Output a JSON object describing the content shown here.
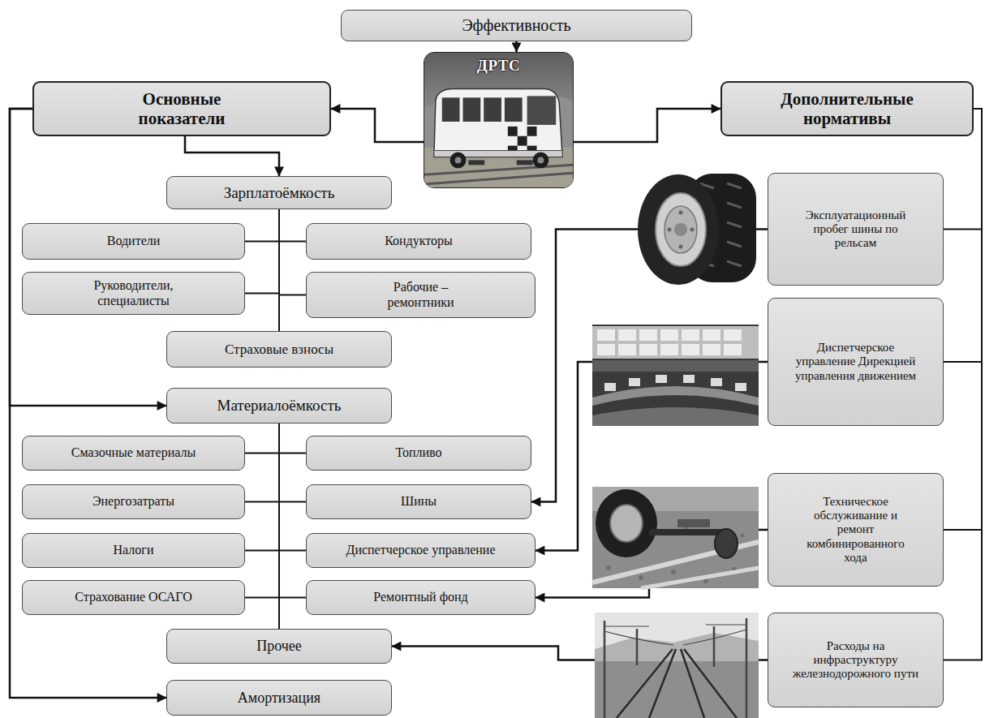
{
  "diagram": {
    "nodes": [
      {
        "text": [
          "Эффективность"
        ]
      },
      {
        "text": [
          "ДРТС"
        ]
      },
      {
        "text": [
          "Основные показатели"
        ]
      },
      {
        "text": [
          "Дополнительные нормативы"
        ]
      },
      {
        "text": [
          "Зарплатоёмкость"
        ]
      },
      {
        "text": [
          "Водители"
        ]
      },
      {
        "text": [
          "Кондукторы"
        ]
      },
      {
        "text": [
          "Руководители, специалисты"
        ]
      },
      {
        "text": [
          "Рабочие – ремонтники"
        ]
      },
      {
        "text": [
          "Страховые взносы"
        ]
      },
      {
        "text": [
          "Материалоёмкость"
        ]
      },
      {
        "text": [
          "Смазочные материалы"
        ]
      },
      {
        "text": [
          "Топливо"
        ]
      },
      {
        "text": [
          "Энергозатраты"
        ]
      },
      {
        "text": [
          "Шины"
        ]
      },
      {
        "text": [
          "Налоги"
        ]
      },
      {
        "text": [
          "Диспетчерское управление"
        ]
      },
      {
        "text": [
          "Страхование ОСАГО"
        ]
      },
      {
        "text": [
          "Ремонтный фонд"
        ]
      },
      {
        "text": [
          "Прочее"
        ]
      },
      {
        "text": [
          "Амортизация"
        ]
      },
      {
        "text": [
          "Эксплуатационный пробег шины по рельсам"
        ]
      },
      {
        "text": [
          "Диспетчерское управление Дирекцией управления движением"
        ]
      },
      {
        "text": [
          "Техническое обслуживание и ремонт комбинированного хода"
        ]
      },
      {
        "text": [
          "Расходы на инфраструктуру железнодорожного пути"
        ]
      }
    ],
    "edges": [
      {
        "from": 0,
        "to": 1,
        "arrow": "to"
      },
      {
        "from": 1,
        "to": 2,
        "arrow": "to"
      },
      {
        "from": 1,
        "to": 3,
        "arrow": "to"
      },
      {
        "from": 2,
        "to": 4,
        "arrow": "to"
      },
      {
        "from": 2,
        "to": 10,
        "arrow": "to"
      },
      {
        "from": 2,
        "to": 20,
        "arrow": "to"
      },
      {
        "from": 4,
        "to": 5,
        "arrow": "none"
      },
      {
        "from": 4,
        "to": 6,
        "arrow": "none"
      },
      {
        "from": 4,
        "to": 7,
        "arrow": "none"
      },
      {
        "from": 4,
        "to": 8,
        "arrow": "none"
      },
      {
        "from": 4,
        "to": 9,
        "arrow": "none"
      },
      {
        "from": 10,
        "to": 11,
        "arrow": "none"
      },
      {
        "from": 10,
        "to": 12,
        "arrow": "none"
      },
      {
        "from": 10,
        "to": 13,
        "arrow": "none"
      },
      {
        "from": 10,
        "to": 14,
        "arrow": "none"
      },
      {
        "from": 10,
        "to": 15,
        "arrow": "none"
      },
      {
        "from": 10,
        "to": 16,
        "arrow": "none"
      },
      {
        "from": 10,
        "to": 17,
        "arrow": "none"
      },
      {
        "from": 10,
        "to": 18,
        "arrow": "none"
      },
      {
        "from": 10,
        "to": 19,
        "arrow": "none"
      },
      {
        "from": 3,
        "to": 21,
        "arrow": "none"
      },
      {
        "from": 3,
        "to": 22,
        "arrow": "none"
      },
      {
        "from": 3,
        "to": 23,
        "arrow": "none"
      },
      {
        "from": 3,
        "to": 24,
        "arrow": "none"
      },
      {
        "from": 21,
        "to": 14,
        "arrow": "to"
      },
      {
        "from": 22,
        "to": 16,
        "arrow": "to"
      },
      {
        "from": 23,
        "to": 18,
        "arrow": "to"
      },
      {
        "from": 24,
        "to": 19,
        "arrow": "to"
      }
    ]
  }
}
